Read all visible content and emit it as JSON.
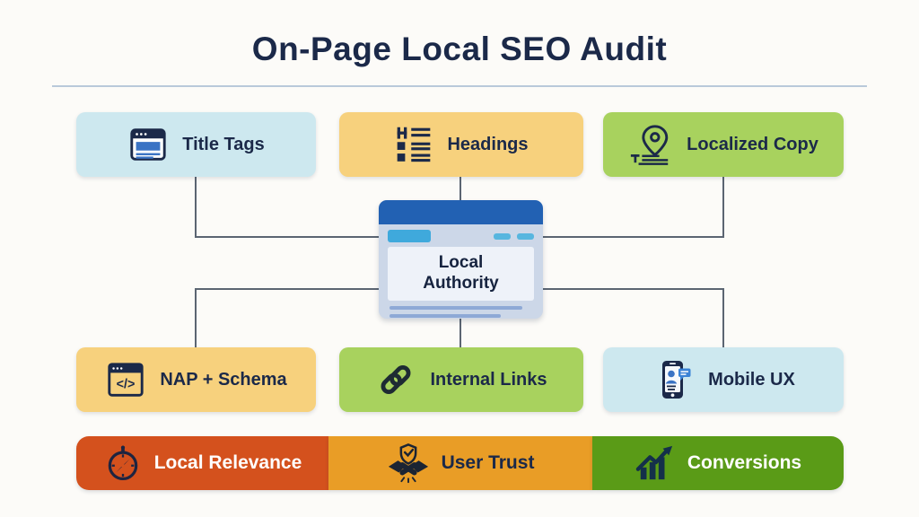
{
  "page": {
    "title": "On-Page Local SEO Audit",
    "title_color": "#1b2949",
    "background": "#fcfbf8",
    "divider_color": "#b9c9da",
    "connector_color": "#5b6572"
  },
  "top_row": [
    {
      "label": "Title Tags",
      "icon": "browser-window-icon",
      "bg": "#cde8ef"
    },
    {
      "label": "Headings",
      "icon": "headings-list-icon",
      "bg": "#f7d17d"
    },
    {
      "label": "Localized Copy",
      "icon": "map-pin-copy-icon",
      "bg": "#a8d25e"
    }
  ],
  "center": {
    "label": "Local Authority",
    "topbar_color": "#2261b3",
    "body_color": "#ccd7e8",
    "panel_color": "#eef2f9",
    "tab_color": "#3fa9dc",
    "line_color": "#8ea9d6"
  },
  "bottom_row": [
    {
      "label": "NAP + Schema",
      "icon": "code-window-icon",
      "bg": "#f7d17d"
    },
    {
      "label": "Internal Links",
      "icon": "chain-link-icon",
      "bg": "#a8d25e"
    },
    {
      "label": "Mobile UX",
      "icon": "mobile-ux-icon",
      "bg": "#cde8ef"
    }
  ],
  "banner": [
    {
      "label": "Local Relevance",
      "icon": "compass-icon",
      "bg": "#d4511d",
      "text_color": "#ffffff"
    },
    {
      "label": "User Trust",
      "icon": "handshake-shield-icon",
      "bg": "#e99d26",
      "text_color": "#1b2949"
    },
    {
      "label": "Conversions",
      "icon": "bar-chart-arrow-icon",
      "bg": "#5a9b17",
      "text_color": "#ffffff"
    }
  ]
}
